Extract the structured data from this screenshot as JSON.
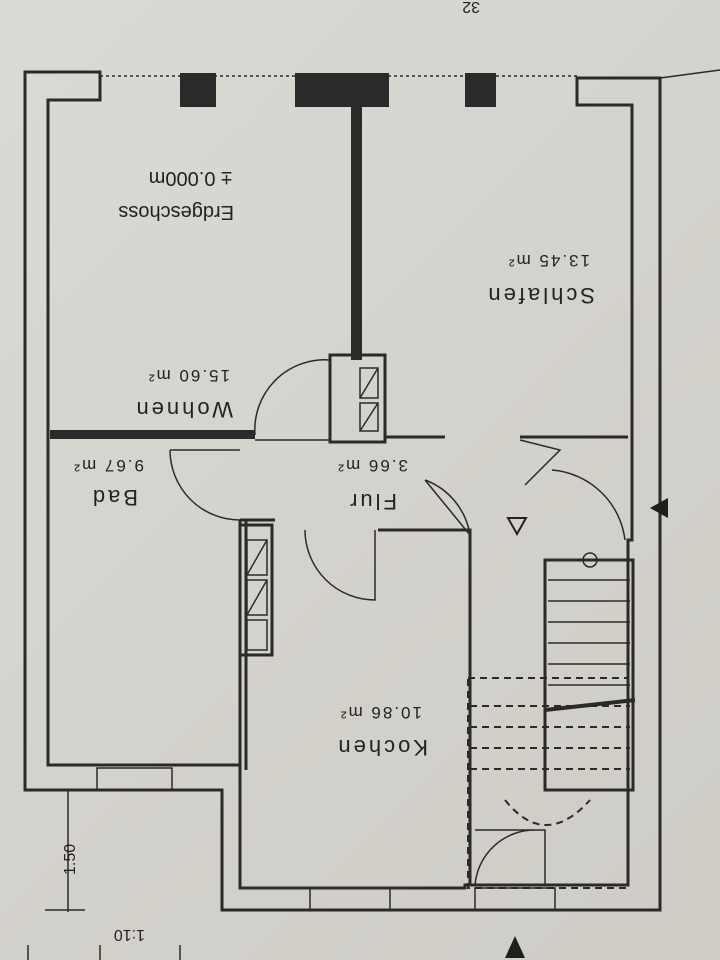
{
  "page_number": "32",
  "floor": {
    "name": "Erdgeschoss",
    "level": "± 0.000m"
  },
  "rooms": [
    {
      "name": "Wohnen",
      "area": "15.60 m²"
    },
    {
      "name": "Schlafen",
      "area": "13.45 m²"
    },
    {
      "name": "Bad",
      "area": "9.67 m²"
    },
    {
      "name": "Flur",
      "area": "3.66 m²"
    },
    {
      "name": "Kochen",
      "area": "10.86 m²"
    }
  ],
  "dimension": "1.50",
  "scale_fragment": "1:10"
}
